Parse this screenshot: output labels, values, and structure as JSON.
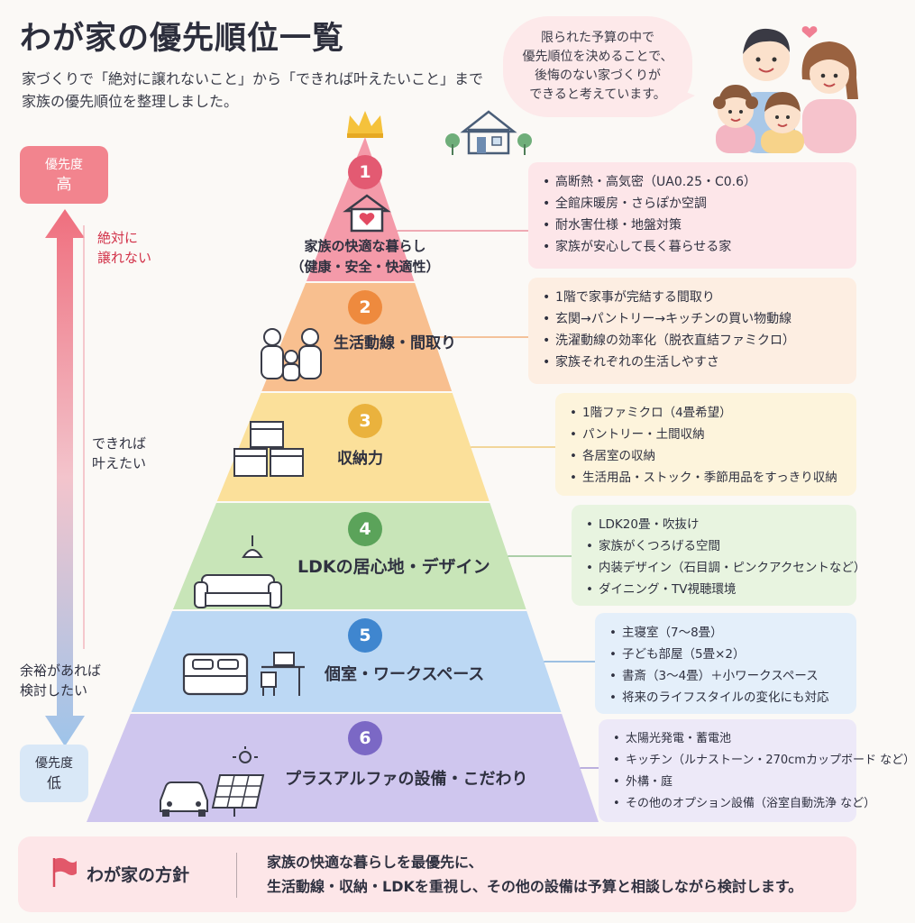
{
  "header": {
    "title": "わが家の優先順位一覧",
    "subtitle_lines": [
      "家づくりで「絶対に譲れないこと」から「できれば叶えたいこと」まで",
      "家族の優先順位を整理しました。"
    ]
  },
  "bubble": {
    "lines": [
      "限られた予算の中で",
      "優先順位を決めることで、",
      "後悔のない家づくりが",
      "できると考えています。"
    ]
  },
  "scale": {
    "high": {
      "line1": "優先度",
      "line2": "高"
    },
    "low": {
      "line1": "優先度",
      "line2": "低"
    },
    "labels": {
      "absolute": [
        "絶対に",
        "譲れない"
      ],
      "possible": [
        "できれば",
        "叶えたい"
      ],
      "optional": [
        "余裕があれば",
        "検討したい"
      ]
    }
  },
  "levels": [
    {
      "num": "1",
      "title_lines": [
        "家族の快適な暮らし",
        "（健康・安全・快適性）"
      ],
      "icon": "house-heart-icon",
      "color": "#f49aa9",
      "num_color": "#e35a72",
      "detail_bg": "#fde6e9",
      "items": [
        "高断熱・高気密（UA0.25・C0.6）",
        "全館床暖房・さらぽか空調",
        "耐水害仕様・地盤対策",
        "家族が安心して長く暮らせる家"
      ]
    },
    {
      "num": "2",
      "title_lines": [
        "生活動線・間取り"
      ],
      "icon": "family-icon",
      "color": "#f8bf8f",
      "num_color": "#ee8a3e",
      "detail_bg": "#fdeee2",
      "items": [
        "1階で家事が完結する間取り",
        "玄関→パントリー→キッチンの買い物動線",
        "洗濯動線の効率化（脱衣直結ファミクロ）",
        "家族それぞれの生活しやすさ"
      ]
    },
    {
      "num": "3",
      "title_lines": [
        "収納力"
      ],
      "icon": "storage-boxes-icon",
      "color": "#fbe09a",
      "num_color": "#eab23d",
      "detail_bg": "#fdf4dc",
      "items": [
        "1階ファミクロ（4畳希望）",
        "パントリー・土間収納",
        "各居室の収納",
        "生活用品・ストック・季節用品をすっきり収納"
      ]
    },
    {
      "num": "4",
      "title_lines": [
        "LDKの居心地・デザイン"
      ],
      "icon": "sofa-icon",
      "color": "#c8e5b8",
      "num_color": "#5ba35a",
      "detail_bg": "#e8f4e0",
      "items": [
        "LDK20畳・吹抜け",
        "家族がくつろげる空間",
        "内装デザイン（石目調・ピンクアクセントなど）",
        "ダイニング・TV視聴環境"
      ]
    },
    {
      "num": "5",
      "title_lines": [
        "個室・ワークスペース"
      ],
      "icon": "bed-desk-icon",
      "color": "#bcd8f4",
      "num_color": "#3f86cf",
      "detail_bg": "#e4effa",
      "items": [
        "主寝室（7〜8畳）",
        "子ども部屋（5畳×2）",
        "書斎（3〜4畳）＋小ワークスペース",
        "将来のライフスタイルの変化にも対応"
      ]
    },
    {
      "num": "6",
      "title_lines": [
        "プラスアルファの設備・こだわり"
      ],
      "icon": "car-solar-icon",
      "color": "#cfc6ee",
      "num_color": "#7b68c5",
      "detail_bg": "#ede9f8",
      "items": [
        "太陽光発電・蓄電池",
        "キッチン（ルナストーン・270cmカップボード など）",
        "外構・庭",
        "その他のオプション設備（浴室自動洗浄 など）"
      ]
    }
  ],
  "policy": {
    "label": "わが家の方針",
    "lines": [
      "家族の快適な暮らしを最優先に、",
      "生活動線・収納・LDKを重視し、その他の設備は予算と相談しながら検討します。"
    ]
  }
}
